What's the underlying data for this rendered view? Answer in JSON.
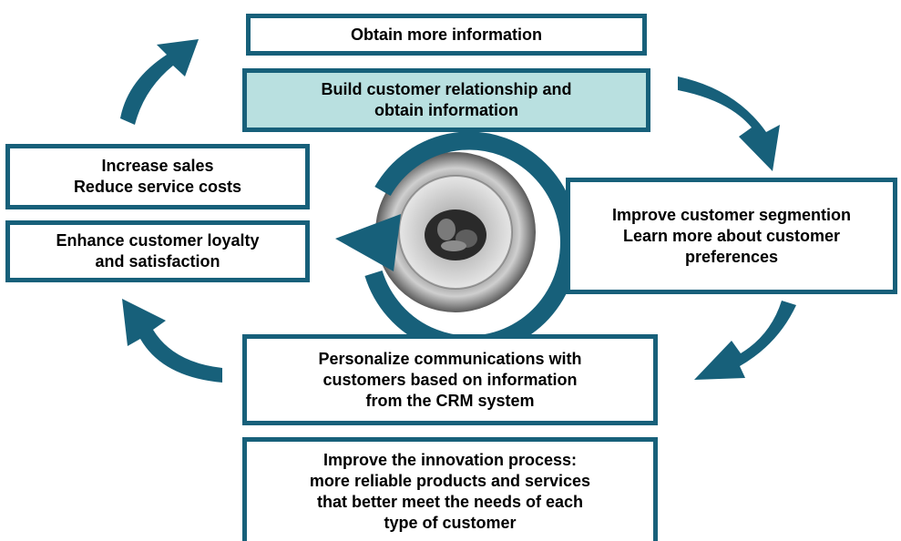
{
  "colors": {
    "border": "#17607a",
    "arrow": "#17607a",
    "highlight_fill": "#b9e0e0",
    "text": "#000000",
    "background": "#ffffff"
  },
  "icons": [
    "cycle-arrow-icon",
    "curved-arrow-icon",
    "photo-disc-icon"
  ],
  "boxes": {
    "obtain": {
      "lines": [
        "Obtain more information"
      ]
    },
    "build": {
      "lines": [
        "Build customer relationship and",
        "obtain information"
      ]
    },
    "segmentation": {
      "lines": [
        "Improve customer segmention",
        "Learn more about customer",
        "preferences"
      ]
    },
    "personalize": {
      "lines": [
        "Personalize communications with",
        "customers based on information",
        "from the CRM system"
      ]
    },
    "innovation": {
      "lines": [
        "Improve the innovation process:",
        "more reliable products and services",
        "that better meet the needs of each",
        "type of customer"
      ]
    },
    "loyalty": {
      "lines": [
        "Enhance customer loyalty",
        "and satisfaction"
      ]
    },
    "sales": {
      "lines": [
        "Increase sales",
        "Reduce service costs"
      ]
    }
  }
}
